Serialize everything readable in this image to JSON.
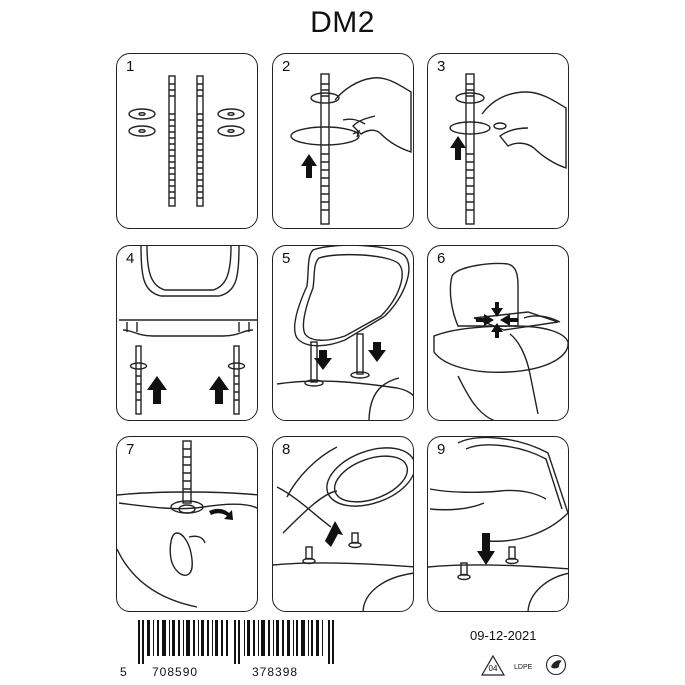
{
  "title": "DM2",
  "steps": [
    {
      "number": "1"
    },
    {
      "number": "2"
    },
    {
      "number": "3"
    },
    {
      "number": "4"
    },
    {
      "number": "5"
    },
    {
      "number": "6"
    },
    {
      "number": "7"
    },
    {
      "number": "8"
    },
    {
      "number": "9"
    }
  ],
  "footer": {
    "barcode_prefix": "5",
    "barcode_group1": "708590",
    "barcode_group2": "378398",
    "date": "09-12-2021",
    "recycle_code": "04",
    "material": "LDPE"
  }
}
